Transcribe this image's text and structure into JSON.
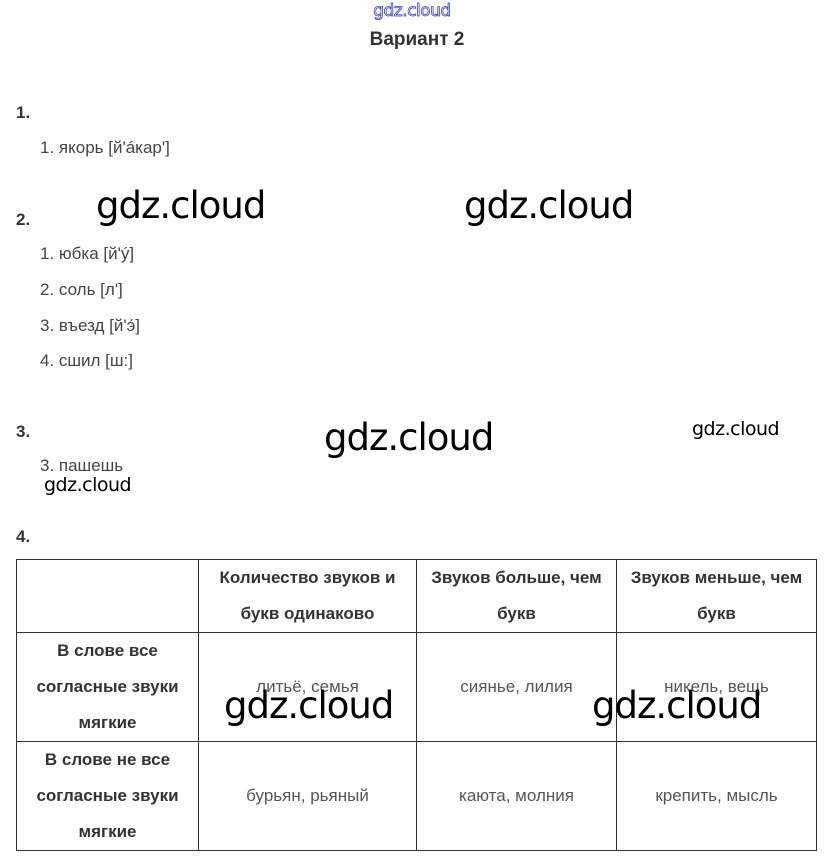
{
  "brand": "gdz.cloud",
  "title": "Вариант 2",
  "tasks": [
    {
      "number": "1.",
      "answers": [
        "1. якорь [й'áкар']"
      ]
    },
    {
      "number": "2.",
      "answers": [
        "1. юбка [й'ý]",
        "2. соль [л']",
        "3. въезд [й'э́]",
        "4. сшил [ш:]"
      ]
    },
    {
      "number": "3.",
      "answers": [
        "3. пашешь"
      ]
    },
    {
      "number": "4.",
      "table": {
        "headers": [
          "",
          "Количество звуков и букв одинаково",
          "Звуков больше, чем букв",
          "Звуков меньше, чем букв"
        ],
        "rows": [
          {
            "label": "В слове все согласные звуки мягкие",
            "cells": [
              "литьё, семья",
              "сиянье, лилия",
              "никель, вещь"
            ]
          },
          {
            "label": "В слове не все согласные звуки мягкие",
            "cells": [
              "бурьян, рьяный",
              "каюта, молния",
              "крепить, мысль"
            ]
          }
        ]
      }
    }
  ],
  "watermark": "gdz.cloud"
}
